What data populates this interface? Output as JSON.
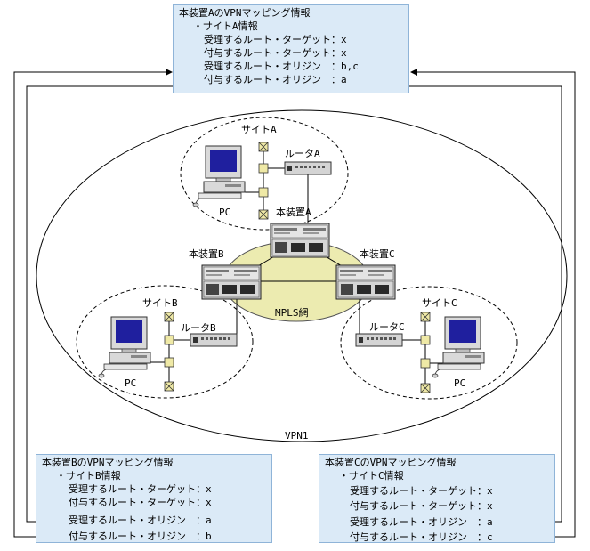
{
  "box_a": {
    "title": "本装置AのVPNマッピング情報",
    "site": "・サイトA情報",
    "rows": [
      "受理するルート・ターゲット：x",
      "付与するルート・ターゲット：x",
      "受理するルート・オリジン　：b,c",
      "付与するルート・オリジン　：a"
    ]
  },
  "box_b": {
    "title": "本装置BのVPNマッピング情報",
    "site": "・サイトB情報",
    "rows": [
      "受理するルート・ターゲット：x",
      "付与するルート・ターゲット：x",
      "受理するルート・オリジン　：a",
      "付与するルート・オリジン　：b"
    ]
  },
  "box_c": {
    "title": "本装置CのVPNマッピング情報",
    "site": "・サイトC情報",
    "rows": [
      "受理するルート・ターゲット：x",
      "付与するルート・ターゲット：x",
      "受理するルート・オリジン　：a",
      "付与するルート・オリジン　：c"
    ]
  },
  "labels": {
    "site_a": "サイトA",
    "site_b": "サイトB",
    "site_c": "サイトC",
    "router_a": "ルータA",
    "router_b": "ルータB",
    "router_c": "ルータC",
    "device_a": "本装置A",
    "device_b": "本装置B",
    "device_c": "本装置C",
    "pc_a": "PC",
    "pc_b": "PC",
    "pc_c": "PC",
    "mpls": "MPLS網",
    "vpn": "VPN1"
  },
  "colors": {
    "box_fill": "#dbeaf7",
    "mpls_fill": "#ecebb0",
    "tap_fill": "#efe9a6",
    "screen": "#1f1f9e"
  }
}
